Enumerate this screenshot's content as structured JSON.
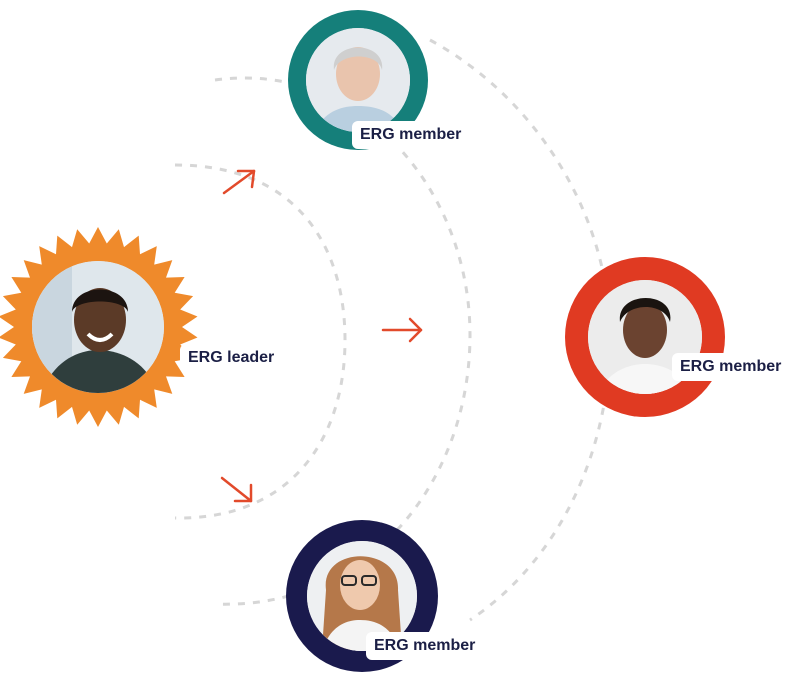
{
  "colors": {
    "connector": "#d6d6d6",
    "arrow": "#e24a2b",
    "leader_badge": "#ef8a2b",
    "member_teal": "#157f7a",
    "member_red": "#e03a22",
    "member_navy": "#1a1a4d",
    "label_text": "#1b1f45"
  },
  "nodes": {
    "leader": {
      "label": "ERG leader",
      "shape": "starburst-badge",
      "icon": "person-photo-smiling-woman"
    },
    "member_top": {
      "label": "ERG member",
      "shape": "ring",
      "icon": "person-photo-older-woman"
    },
    "member_right": {
      "label": "ERG member",
      "shape": "ring",
      "icon": "person-photo-young-man"
    },
    "member_bottom": {
      "label": "ERG member",
      "shape": "ring",
      "icon": "person-photo-woman-glasses"
    }
  },
  "arrows": [
    {
      "direction": "up-right"
    },
    {
      "direction": "right"
    },
    {
      "direction": "down-right"
    }
  ]
}
